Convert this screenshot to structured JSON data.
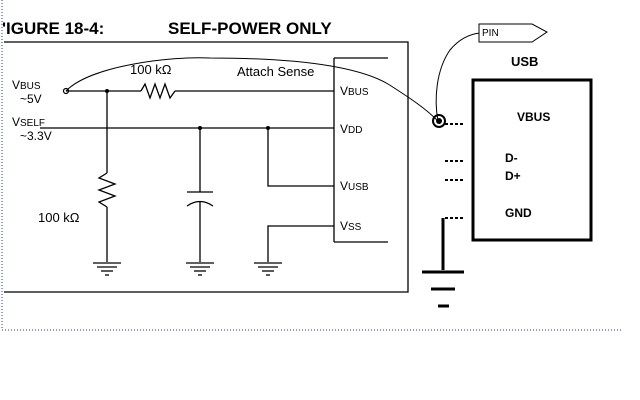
{
  "figure": {
    "number_label": "'IGURE 18-4:",
    "title": "SELF-POWER ONLY"
  },
  "circuit": {
    "vbus_name": "V",
    "vbus_sub": "BUS",
    "vbus_voltage": "~5V",
    "vself_name": "V",
    "vself_sub": "SELF",
    "vself_voltage": "~3.3V",
    "series_resistor": "100 kΩ",
    "pulldown_resistor": "100 kΩ",
    "attach_sense": "Attach Sense",
    "pins": [
      {
        "name": "V",
        "sub": "BUS"
      },
      {
        "name": "V",
        "sub": "DD"
      },
      {
        "name": "V",
        "sub": "USB"
      },
      {
        "name": "V",
        "sub": "SS"
      }
    ]
  },
  "annotation": {
    "pin_flag": "PIN",
    "usb_title": "USB",
    "usb_pins": [
      "VBUS",
      "D-",
      "D+",
      "GND"
    ]
  },
  "colors": {
    "ink": "#000000",
    "frame_dots": "#2b3a9a",
    "background": "#ffffff"
  }
}
